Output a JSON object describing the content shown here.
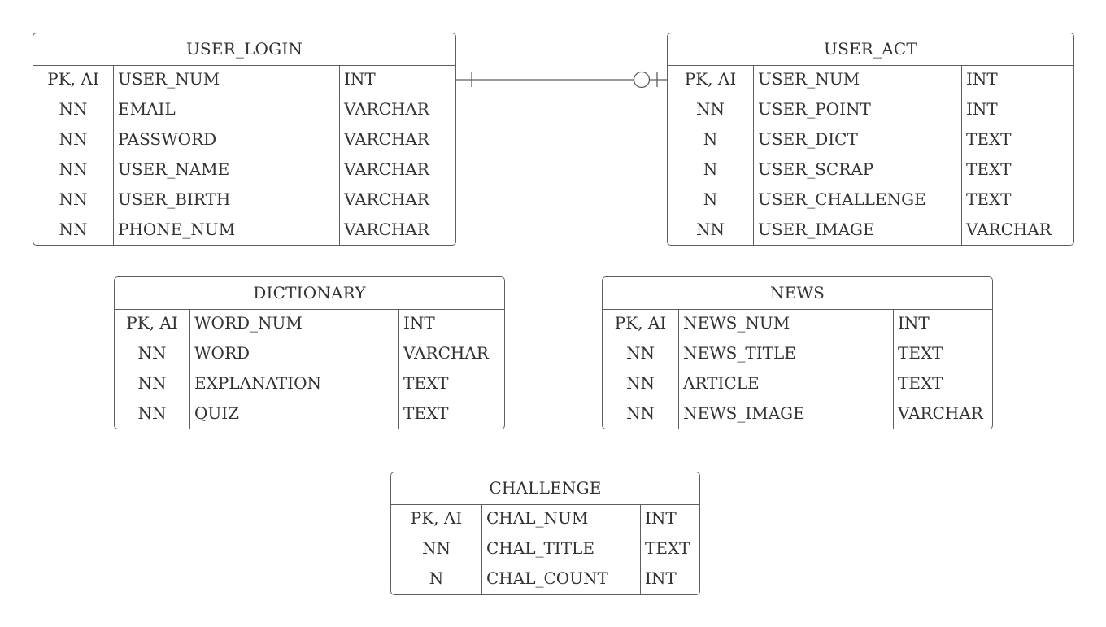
{
  "entities": [
    {
      "id": "user-login",
      "title": "USER_LOGIN",
      "rows": [
        {
          "key": "PK, AI",
          "field": "USER_NUM",
          "type": "INT"
        },
        {
          "key": "NN",
          "field": "EMAIL",
          "type": "VARCHAR"
        },
        {
          "key": "NN",
          "field": "PASSWORD",
          "type": "VARCHAR"
        },
        {
          "key": "NN",
          "field": "USER_NAME",
          "type": "VARCHAR"
        },
        {
          "key": "NN",
          "field": "USER_BIRTH",
          "type": "VARCHAR"
        },
        {
          "key": "NN",
          "field": "PHONE_NUM",
          "type": "VARCHAR"
        }
      ]
    },
    {
      "id": "user-act",
      "title": "USER_ACT",
      "rows": [
        {
          "key": "PK, AI",
          "field": "USER_NUM",
          "type": "INT"
        },
        {
          "key": "NN",
          "field": "USER_POINT",
          "type": "INT"
        },
        {
          "key": "N",
          "field": "USER_DICT",
          "type": "TEXT"
        },
        {
          "key": "N",
          "field": "USER_SCRAP",
          "type": "TEXT"
        },
        {
          "key": "N",
          "field": "USER_CHALLENGE",
          "type": "TEXT"
        },
        {
          "key": "NN",
          "field": "USER_IMAGE",
          "type": "VARCHAR"
        }
      ]
    },
    {
      "id": "dictionary",
      "title": "DICTIONARY",
      "rows": [
        {
          "key": "PK, AI",
          "field": "WORD_NUM",
          "type": "INT"
        },
        {
          "key": "NN",
          "field": "WORD",
          "type": "VARCHAR"
        },
        {
          "key": "NN",
          "field": "EXPLANATION",
          "type": "TEXT"
        },
        {
          "key": "NN",
          "field": "QUIZ",
          "type": "TEXT"
        }
      ]
    },
    {
      "id": "news",
      "title": "NEWS",
      "rows": [
        {
          "key": "PK, AI",
          "field": "NEWS_NUM",
          "type": "INT"
        },
        {
          "key": "NN",
          "field": "NEWS_TITLE",
          "type": "TEXT"
        },
        {
          "key": "NN",
          "field": "ARTICLE",
          "type": "TEXT"
        },
        {
          "key": "NN",
          "field": "NEWS_IMAGE",
          "type": "VARCHAR"
        }
      ]
    },
    {
      "id": "challenge",
      "title": "CHALLENGE",
      "rows": [
        {
          "key": "PK, AI",
          "field": "CHAL_NUM",
          "type": "INT"
        },
        {
          "key": "NN",
          "field": "CHAL_TITLE",
          "type": "TEXT"
        },
        {
          "key": "N",
          "field": "CHAL_COUNT",
          "type": "INT"
        }
      ]
    }
  ],
  "relationships": [
    {
      "from": "USER_LOGIN",
      "to": "USER_ACT",
      "from_cardinality": "exactly-one",
      "to_cardinality": "zero-or-one"
    }
  ],
  "colors": {
    "border": "#5e5e5e",
    "text": "#333333",
    "background": "#ffffff"
  }
}
